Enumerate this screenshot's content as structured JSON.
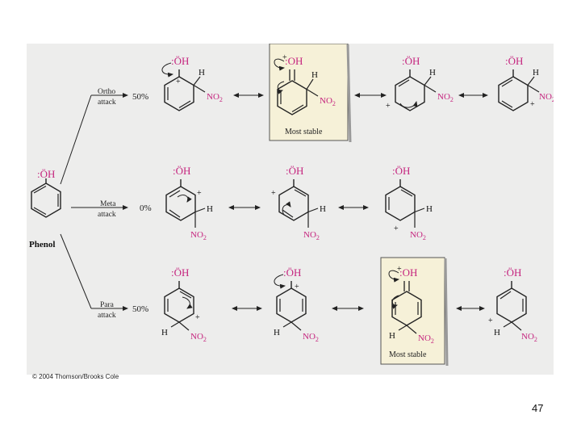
{
  "substrate": {
    "oh_label": ":ÖH",
    "name": "Phenol"
  },
  "groups": {
    "oh": ":ÖH",
    "oh_plus": ":OH",
    "no2": "NO",
    "no2_sub": "2",
    "h": "H",
    "plus": "+"
  },
  "routes": [
    {
      "label_line1": "Ortho",
      "label_line2": "attack",
      "percent": "50%"
    },
    {
      "label_line1": "Meta",
      "label_line2": "attack",
      "percent": "0%"
    },
    {
      "label_line1": "Para",
      "label_line2": "attack",
      "percent": "50%"
    }
  ],
  "most_stable_label": "Most stable",
  "colors": {
    "panel": "#ededec",
    "highlight_box": "#f6f1d8",
    "oh_magenta": "#c5247e",
    "line": "#222222"
  },
  "footer": {
    "copyright": "© 2004 Thomson/Brooks Cole",
    "page_number": "47"
  }
}
